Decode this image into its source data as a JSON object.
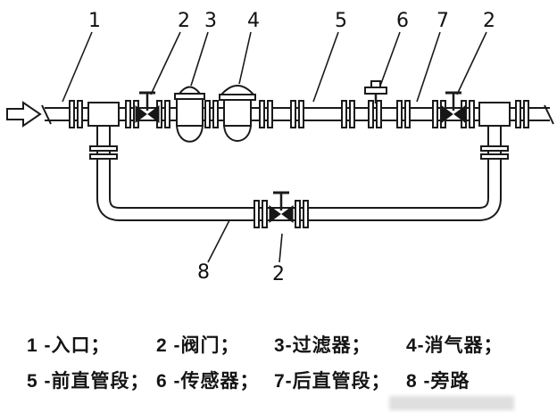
{
  "colors": {
    "ink": "#1a1a1a",
    "background": "#ffffff"
  },
  "diagram": {
    "callouts": [
      "1",
      "2",
      "3",
      "4",
      "5",
      "6",
      "7",
      "2",
      "8",
      "2"
    ]
  },
  "legend": {
    "rows": [
      [
        "1 -入口；",
        "2 -阀门；",
        "3-过滤器；",
        "4-消气器；"
      ],
      [
        "5 -前直管段；",
        "6 -传感器；",
        "7-后直管段；",
        "8 -旁路"
      ]
    ]
  }
}
